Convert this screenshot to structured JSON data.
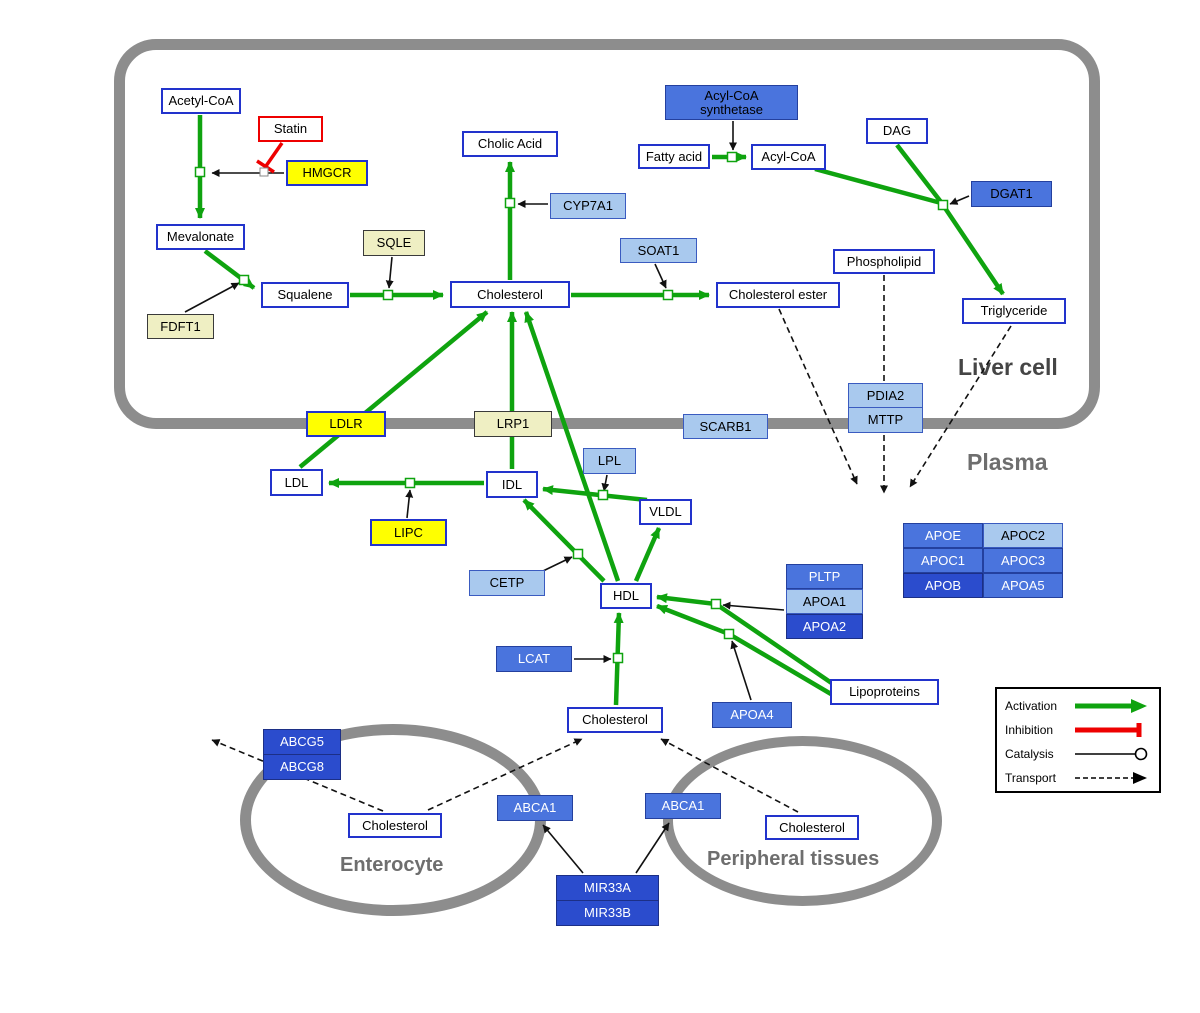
{
  "compartments": {
    "liver": "Liver cell",
    "plasma": "Plasma",
    "enterocyte": "Enterocyte",
    "peripheral": "Peripheral tissues"
  },
  "nodes": {
    "acetyl_coa": "Acetyl-CoA",
    "statin": "Statin",
    "hmgcr": "HMGCR",
    "mevalonate": "Mevalonate",
    "sqle": "SQLE",
    "fdft1": "FDFT1",
    "squalene": "Squalene",
    "cholesterol_liver": "Cholesterol",
    "cholic_acid": "Cholic Acid",
    "cyp7a1": "CYP7A1",
    "soat1": "SOAT1",
    "acyl_coa_synthetase": "Acyl-CoA synthetase",
    "fatty_acid": "Fatty acid",
    "acyl_coa": "Acyl-CoA",
    "dag": "DAG",
    "dgat1": "DGAT1",
    "phospholipid": "Phospholipid",
    "triglyceride": "Triglyceride",
    "cholesterol_ester": "Cholesterol ester",
    "ldlr": "LDLR",
    "lrp1": "LRP1",
    "scarb1": "SCARB1",
    "pdia2": "PDIA2",
    "mttp": "MTTP",
    "ldl": "LDL",
    "idl": "IDL",
    "lpl": "LPL",
    "vldl": "VLDL",
    "lipc": "LIPC",
    "cetp": "CETP",
    "hdl": "HDL",
    "pltp": "PLTP",
    "apoa1": "APOA1",
    "apoa2": "APOA2",
    "lcat": "LCAT",
    "apoa4": "APOA4",
    "lipoproteins": "Lipoproteins",
    "apoe": "APOE",
    "apoc2": "APOC2",
    "apoc1": "APOC1",
    "apoc3": "APOC3",
    "apob": "APOB",
    "apoa5": "APOA5",
    "cholesterol_plasma": "Cholesterol",
    "abcg5": "ABCG5",
    "abcg8": "ABCG8",
    "cholesterol_enterocyte": "Cholesterol",
    "abca1_enterocyte": "ABCA1",
    "abca1_peripheral": "ABCA1",
    "cholesterol_peripheral": "Cholesterol",
    "mir33a": "MIR33A",
    "mir33b": "MIR33B"
  },
  "legend": {
    "activation": "Activation",
    "inhibition": "Inhibition",
    "catalysis": "Catalysis",
    "transport": "Transport"
  },
  "colors": {
    "activation_green": "#0fa30f",
    "inhibition_red": "#ee0000",
    "membrane_gray": "#8d8d8d",
    "metabolite_border_blue": "#2233cc",
    "gene_yellow": "#ffff00",
    "gene_cream": "#efefc3",
    "gene_light_blue": "#a9c9ee",
    "gene_blue": "#4a74dd",
    "gene_dark_blue": "#2b4ccd"
  }
}
